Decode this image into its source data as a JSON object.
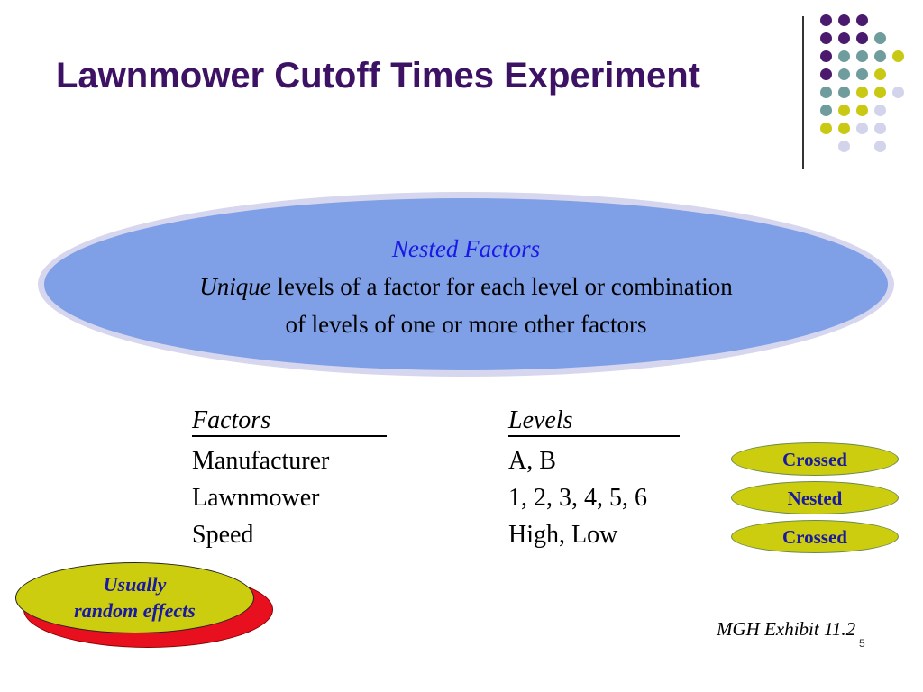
{
  "slide": {
    "title": "Lawnmower Cutoff Times Experiment",
    "page_number": "5"
  },
  "definition": {
    "heading": "Nested Factors",
    "emphasis": "Unique",
    "line1_rest": " levels of a factor for each level or combination",
    "line2": "of levels of one or more other factors"
  },
  "table": {
    "headers": {
      "factors": "Factors",
      "levels": "Levels"
    },
    "rows": [
      {
        "factor": "Manufacturer",
        "levels": "A, B",
        "tag": "Crossed"
      },
      {
        "factor": "Lawnmower",
        "levels": "1, 2, 3, 4, 5, 6",
        "tag": "Nested"
      },
      {
        "factor": "Speed",
        "levels": "High, Low",
        "tag": "Crossed"
      }
    ]
  },
  "callout": {
    "line1": "Usually",
    "line2": "random effects"
  },
  "source": "MGH Exhibit 11.2",
  "colors": {
    "title": "#3d1163",
    "ellipse_fill": "#7f9fe6",
    "pill_fill": "#cdcd10",
    "pill_text": "#1a1aa0",
    "callout_shadow": "#e8101e",
    "dot_purple": "#4a1a6e",
    "dot_teal": "#6f9c9c",
    "dot_yellow": "#c9c914",
    "dot_lavender": "#d3d3ec"
  }
}
